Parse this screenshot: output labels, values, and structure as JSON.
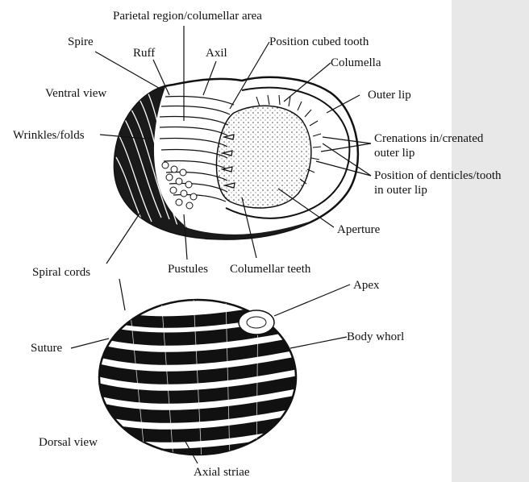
{
  "labels": {
    "parietal": "Parietal region/columellar area",
    "spire": "Spire",
    "ruff": "Ruff",
    "axil": "Axil",
    "position_cubed_tooth": "Position cubed tooth",
    "columella": "Columella",
    "ventral_view": "Ventral view",
    "outer_lip": "Outer lip",
    "wrinkles": "Wrinkles/folds",
    "crenations_1": "Crenations in/crenated",
    "crenations_2": "outer lip",
    "denticles_1": "Position of denticles/tooth",
    "denticles_2": "in outer lip",
    "aperture": "Aperture",
    "spiral_cords": "Spiral cords",
    "pustules": "Pustules",
    "columellar_teeth": "Columellar teeth",
    "apex": "Apex",
    "suture": "Suture",
    "body_whorl": "Body whorl",
    "dorsal_view": "Dorsal view",
    "axial_striae": "Axial striae"
  },
  "colors": {
    "ink": "#111111",
    "paper": "#ffffff",
    "aperture_fill": "#e9e9e9"
  }
}
